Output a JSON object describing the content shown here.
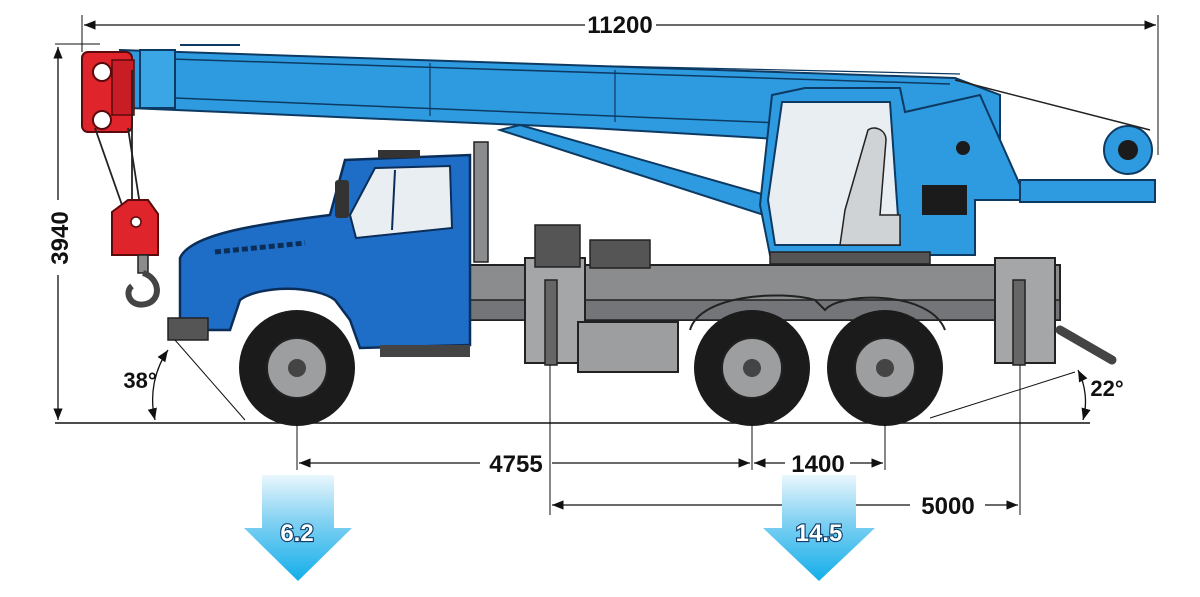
{
  "dimensions": {
    "overall_length": "11200",
    "overall_height": "3940",
    "front_axle_to_bogie_center": "4755",
    "bogie_axle_spacing": "1400",
    "outrigger_base": "5000",
    "approach_angle": "38°",
    "departure_angle": "22°"
  },
  "axle_loads": {
    "front": "6.2",
    "rear": "14.5"
  },
  "colors": {
    "boom_blue": "#2e9be0",
    "cab_blue": "#1e6ec8",
    "hook_red": "#e0242b",
    "chassis_gray": "#8a8c8e",
    "load_arrow_top": "#e8f6fd",
    "load_arrow_bottom": "#19b2ea"
  }
}
